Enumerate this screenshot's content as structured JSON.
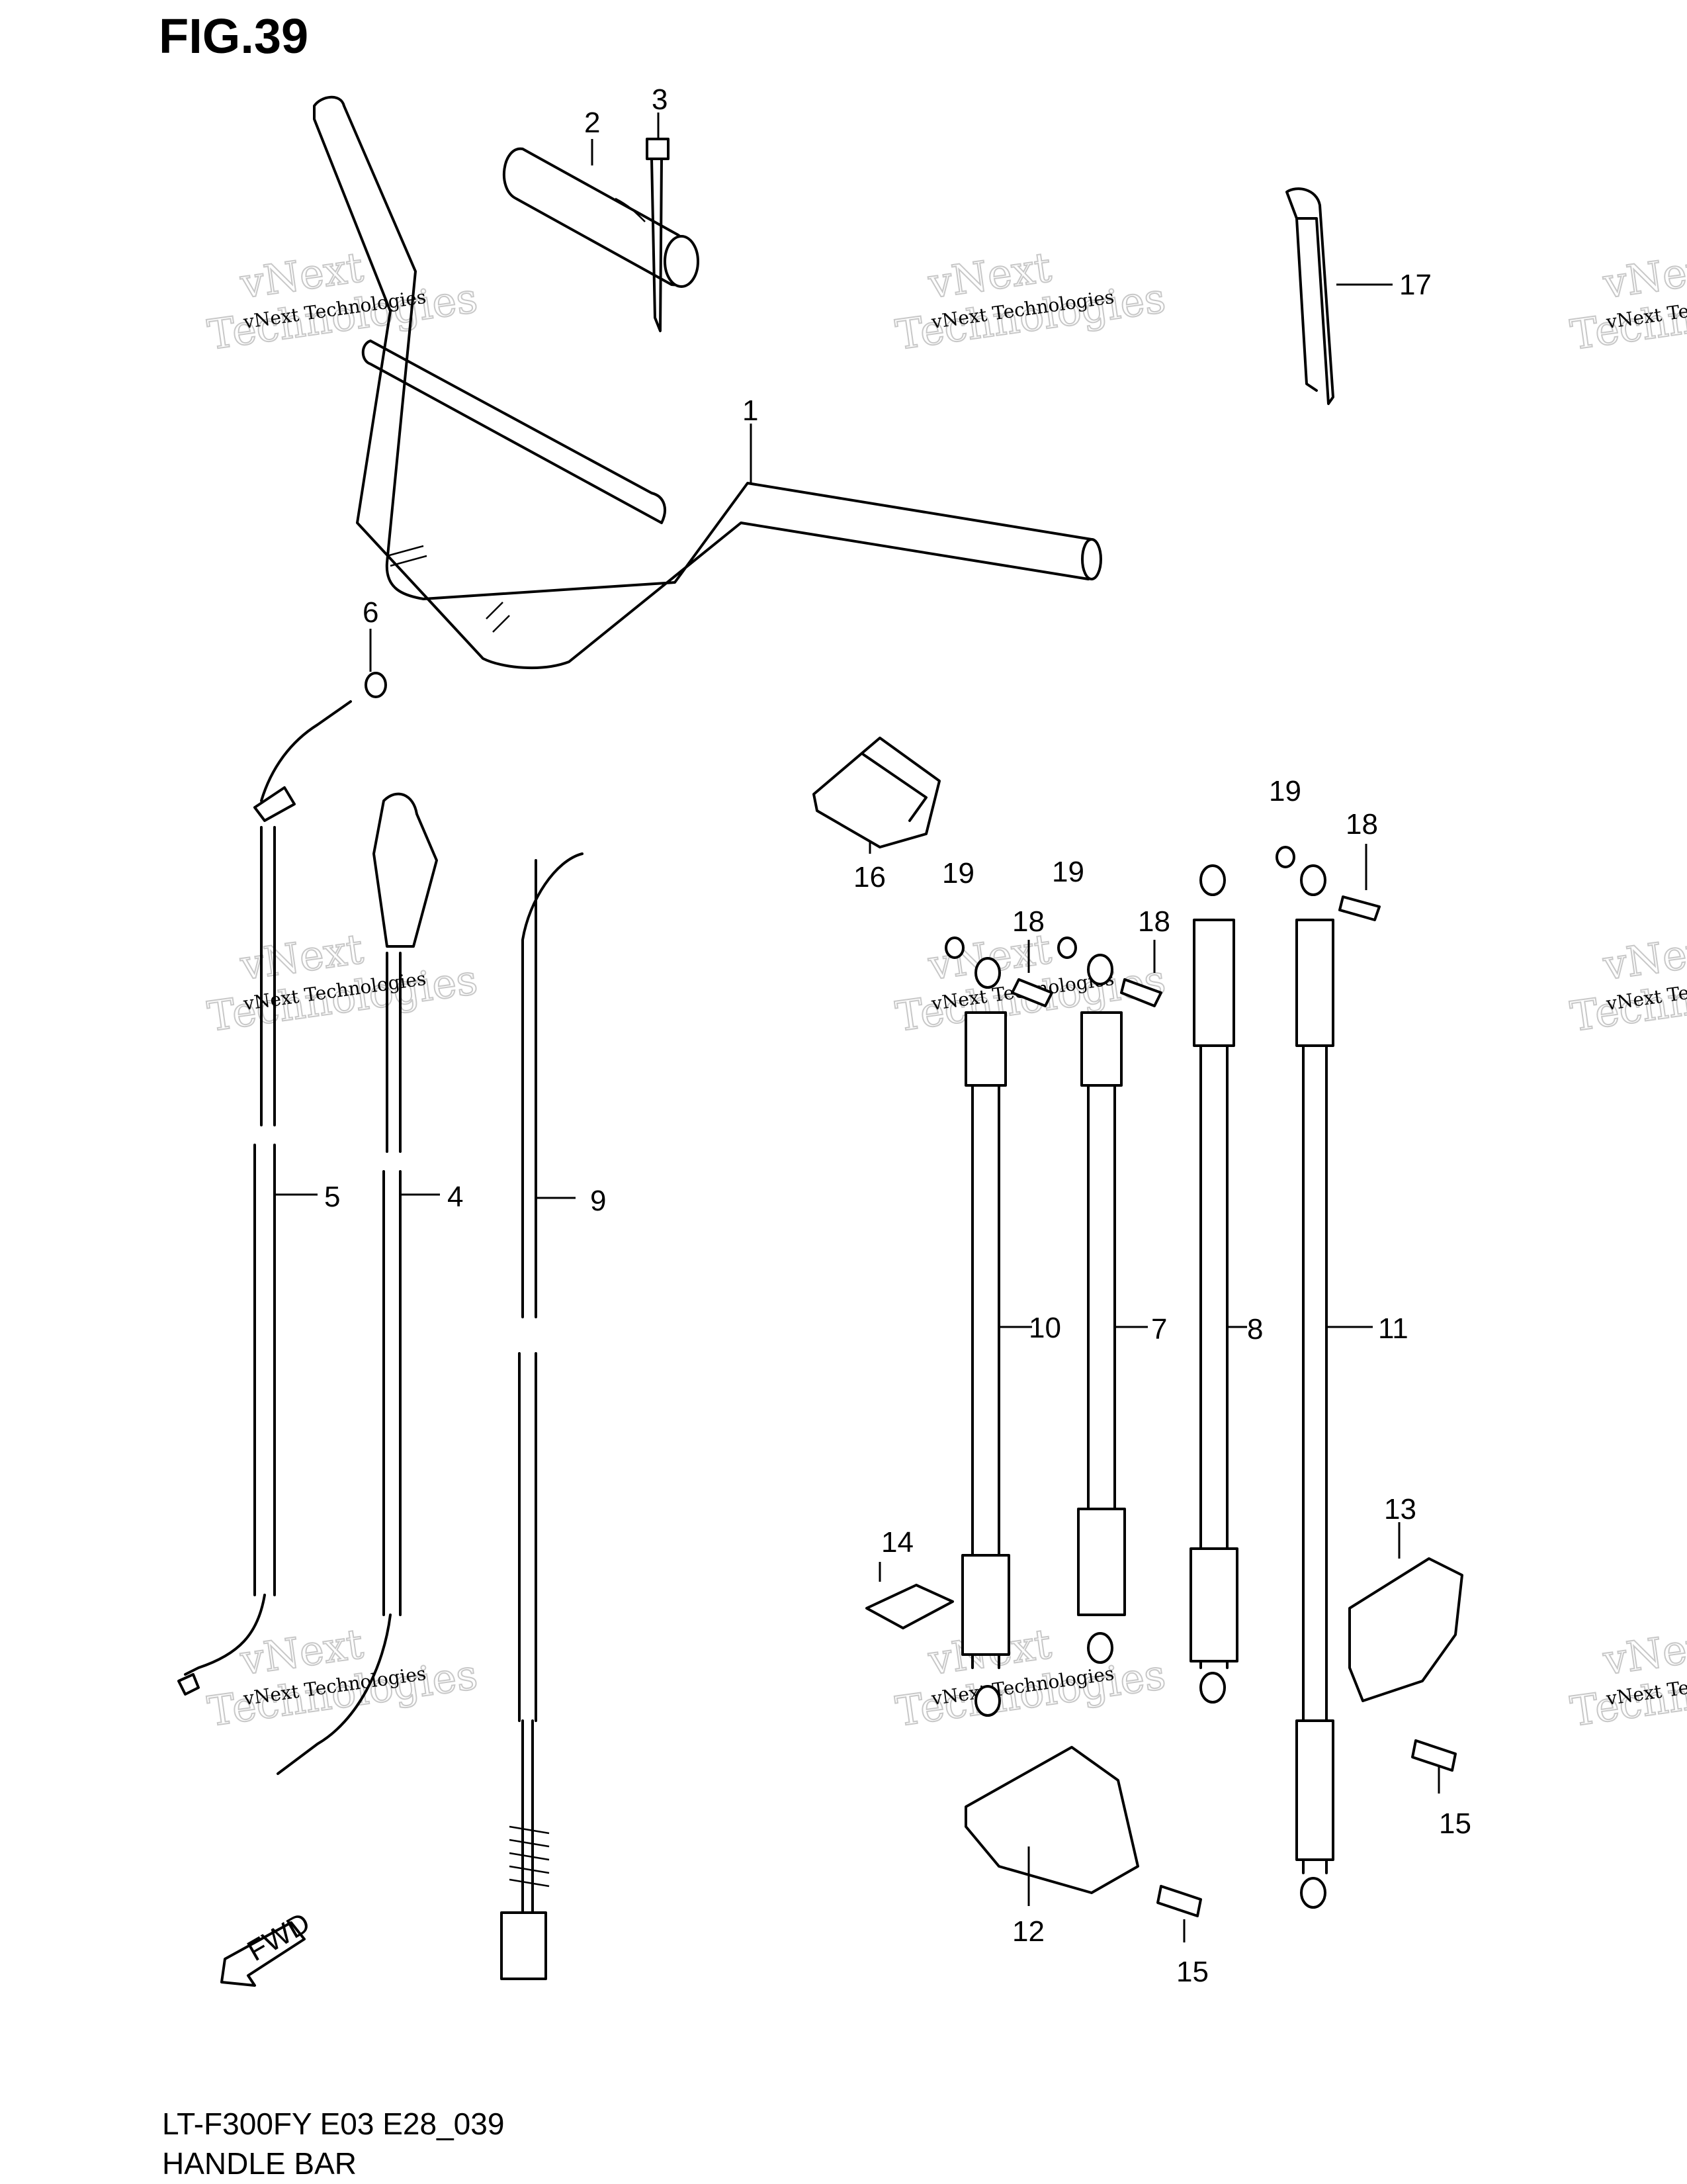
{
  "figure": {
    "title": "FIG.39"
  },
  "footer": {
    "model_code": "LT-F300FY E03 E28_039",
    "section_name": "HANDLE BAR"
  },
  "watermark": {
    "line_small": "vNext Technologies",
    "line_big_1": "vNext",
    "line_big_2": "Technologies"
  },
  "fwd_label": "FWD",
  "callouts": [
    {
      "id": "c1",
      "label": "1"
    },
    {
      "id": "c2",
      "label": "2"
    },
    {
      "id": "c3",
      "label": "3"
    },
    {
      "id": "c4",
      "label": "4"
    },
    {
      "id": "c5",
      "label": "5"
    },
    {
      "id": "c6",
      "label": "6"
    },
    {
      "id": "c7",
      "label": "7"
    },
    {
      "id": "c8",
      "label": "8"
    },
    {
      "id": "c9",
      "label": "9"
    },
    {
      "id": "c10",
      "label": "10"
    },
    {
      "id": "c11",
      "label": "11"
    },
    {
      "id": "c12",
      "label": "12"
    },
    {
      "id": "c13",
      "label": "13"
    },
    {
      "id": "c14",
      "label": "14"
    },
    {
      "id": "c15a",
      "label": "15"
    },
    {
      "id": "c15b",
      "label": "15"
    },
    {
      "id": "c16",
      "label": "16"
    },
    {
      "id": "c17",
      "label": "17"
    },
    {
      "id": "c18a",
      "label": "18"
    },
    {
      "id": "c18b",
      "label": "18"
    },
    {
      "id": "c18c",
      "label": "18"
    },
    {
      "id": "c19a",
      "label": "19"
    },
    {
      "id": "c19b",
      "label": "19"
    },
    {
      "id": "c19c",
      "label": "19"
    }
  ]
}
